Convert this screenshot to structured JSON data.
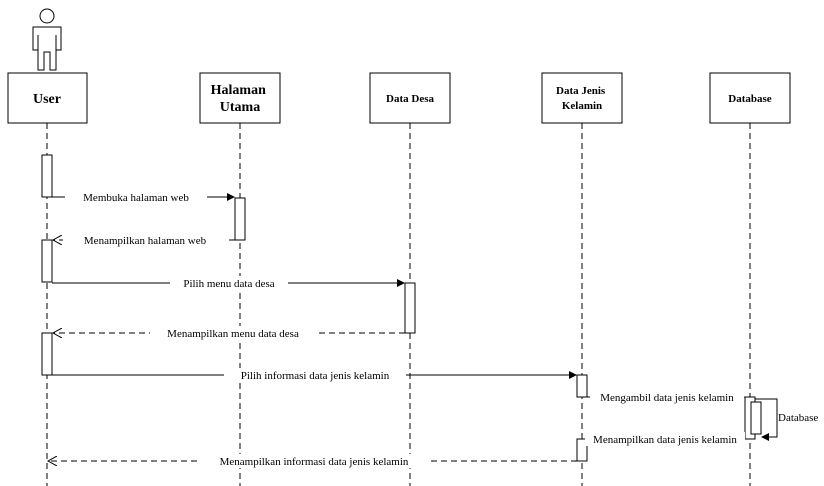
{
  "participants": [
    {
      "id": "user",
      "label_lines": [
        "User"
      ]
    },
    {
      "id": "halaman",
      "label_lines": [
        "Halaman",
        "Utama"
      ]
    },
    {
      "id": "desa",
      "label_lines": [
        "Data Desa"
      ]
    },
    {
      "id": "jenis",
      "label_lines": [
        "Data Jenis",
        "Kelamin"
      ]
    },
    {
      "id": "database",
      "label_lines": [
        "Database"
      ]
    }
  ],
  "messages": [
    {
      "from": "user",
      "to": "halaman",
      "text": "Membuka halaman web",
      "style": "solid"
    },
    {
      "from": "halaman",
      "to": "user",
      "text": "Menampilkan halaman web",
      "style": "dashed"
    },
    {
      "from": "user",
      "to": "desa",
      "text": "Pilih menu data desa",
      "style": "solid"
    },
    {
      "from": "desa",
      "to": "user",
      "text": "Menampilkan menu data desa",
      "style": "dashed"
    },
    {
      "from": "user",
      "to": "jenis",
      "text": "Pilih informasi data jenis kelamin",
      "style": "solid"
    },
    {
      "from": "jenis",
      "to": "database",
      "text": "Mengambil data jenis kelamin",
      "style": "solid"
    },
    {
      "from": "database",
      "to": "database",
      "text": "Database",
      "style": "self"
    },
    {
      "from": "database",
      "to": "jenis",
      "text": "Menampilkan data jenis kelamin",
      "style": "solid"
    },
    {
      "from": "jenis",
      "to": "user",
      "text": "Menampilkan informasi data jenis kelamin",
      "style": "dashed"
    }
  ]
}
